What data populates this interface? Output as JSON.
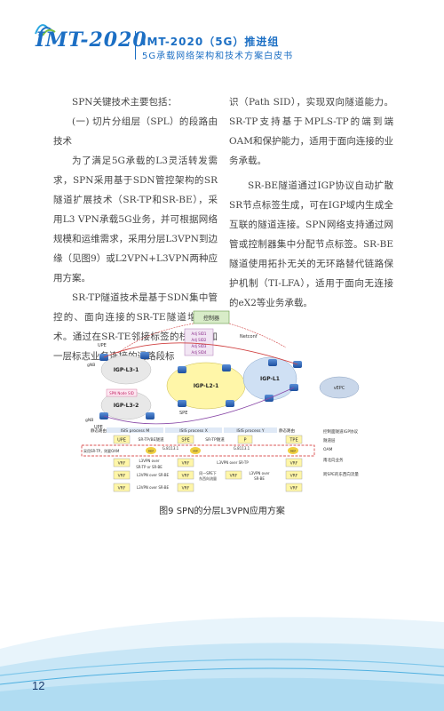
{
  "header": {
    "logo_text": "IMT-2020",
    "title": "IMT-2020（5G）推进组",
    "subtitle": "5G承载网络架构和技术方案白皮书"
  },
  "left_column": [
    "SPN关键技术主要包括：",
    "(一) 切片分组层（SPL）的段路由技术",
    "为了满足5G承载的L3灵活转发需求，SPN采用基于SDN管控架构的SR隧道扩展技术（SR-TP和SR-BE），采用L3 VPN承载5G业务，并可根据网络规模和运维需求，采用分层L3VPN到边缘（见图9）或L2VPN+L3VPN两种应用方案。",
    "SR-TP隧道技术是基于SDN集中管控的、面向连接的SR-TE隧道增强技术。通过在SR-TE邻接标签的栈底增加一层标志业务连接的通路段标"
  ],
  "right_column": [
    "识（Path SID），实现双向隧道能力。SR-TP支持基于MPLS-TP的端到端OAM和保护能力，适用于面向连接的业务承载。",
    "SR-BE隧道通过IGP协议自动扩散SR节点标签生成，可在IGP域内生成全互联的隧道连接。SPN网络支持通过网管或控制器集中分配节点标签。SR-BE隧道使用拓扑无关的无环路替代链路保护机制（TI-LFA），适用于面向无连接的eX2等业务承载。"
  ],
  "figure": {
    "controller": "控制器",
    "adj_labels": [
      "Adj SID1",
      "Adj SID2",
      "Adj SID3",
      "Adj SID4"
    ],
    "netconf": "Netconf",
    "areas": [
      "IGP-L3-1",
      "IGP-L2-1",
      "IGP-L1",
      "IGP-L3-2"
    ],
    "node_labels": {
      "upe_top": "UPE",
      "upe_bottom": "UPE",
      "spe": "SPE",
      "gnb_top": "gNB",
      "gnb_bottom": "gNB",
      "epc": "vEPC",
      "node_sid": "SPN Node SID"
    },
    "bar_labels": {
      "static_left": "静态路由",
      "isis_m": "ISIS process M",
      "isis_x": "ISIS process X",
      "isis_y": "ISIS process Y",
      "static_right": "静态路由"
    },
    "row_labels": [
      "控制面隧道IGP协议",
      "隧道层",
      "OAM",
      "南北向业务",
      "跨SPE的东西向流量"
    ],
    "row2": {
      "upe": "UPE",
      "sr_tp_be": "SR-TP/BE隧道",
      "spe": "SPE",
      "sr_tp": "SR-TP隧道",
      "p": "P",
      "tpe": "TPE"
    },
    "row3": {
      "note": "采用SR-TP，则要OAM",
      "g8113_left": "G.8113.1",
      "g8113_right": "G.8113.1",
      "mep": "MEP",
      "mip": "MIP"
    },
    "row4": {
      "vrf": "VRF",
      "l3vpn_over": "L3VPN over",
      "l3vpn_over_sr_tp": "L3VPN over SR-TP",
      "sr_tp_or_be": "SR-TP or SR-BE"
    },
    "row5": {
      "vrf": "VRF",
      "l3vpn_over_srbe": "L3VPN over SR-BE",
      "same_spe": "同一SPE下",
      "ew_traffic": "东西向流量",
      "l3vpn_over2": "L3VPN over",
      "sr_be": "SR-BE"
    },
    "row6": {
      "vrf": "VRF",
      "l3vpn_over_srbe": "L3VPN over SR-BE"
    }
  },
  "caption": "图9  SPN的分层L3VPN应用方案",
  "page_number": "12"
}
